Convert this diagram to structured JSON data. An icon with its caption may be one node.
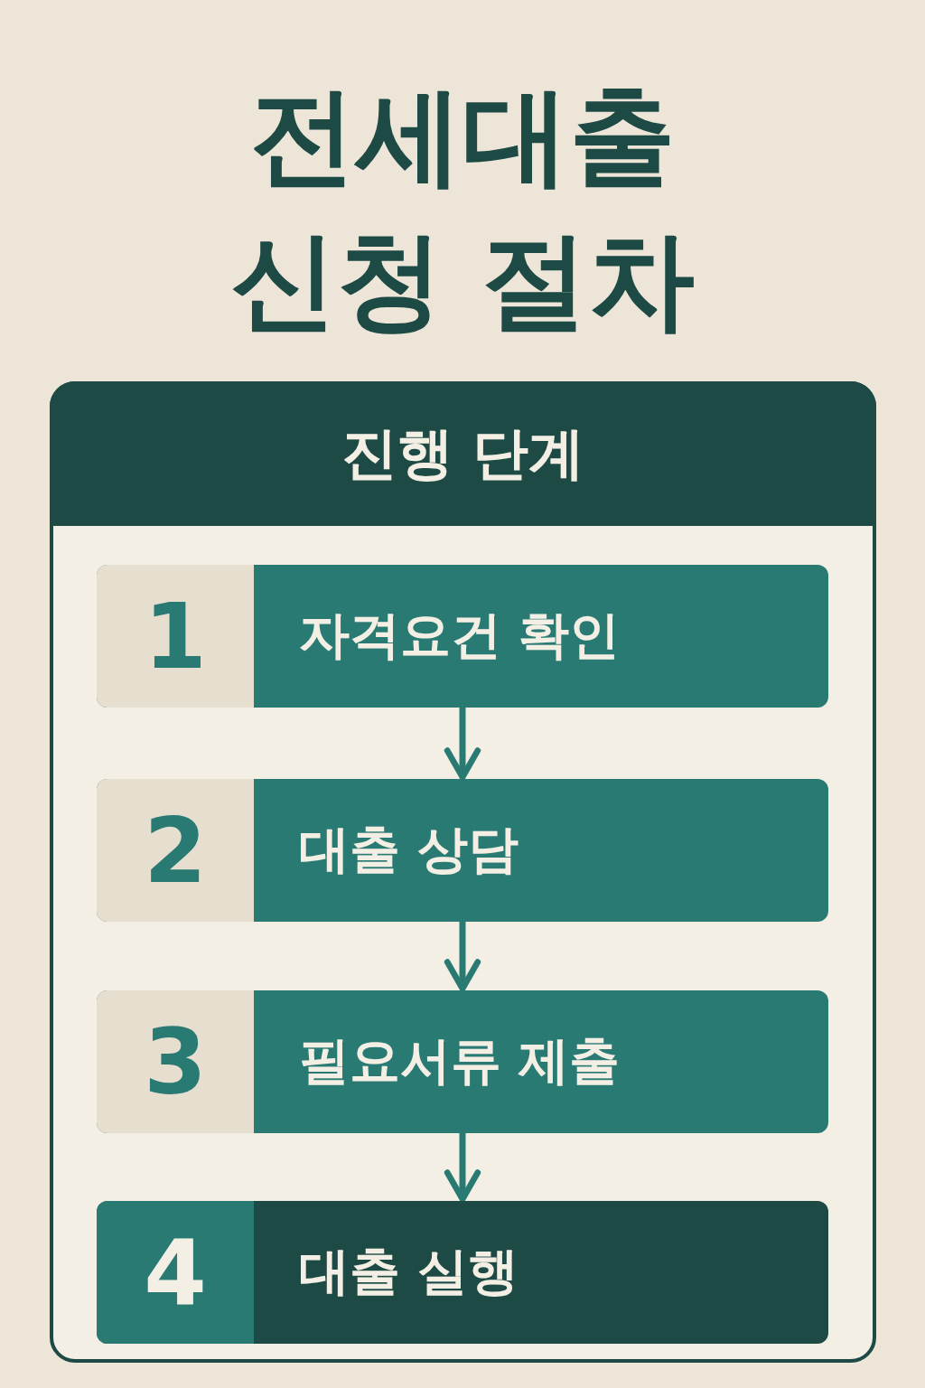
{
  "diagram": {
    "title": "전세대출 신청 절차",
    "nodes": [
      {
        "text": [
          "진행 단계"
        ]
      },
      {
        "text": [
          "1",
          "자격요건 확인"
        ],
        "in": 0
      },
      {
        "text": [
          "2",
          "대출 상담"
        ],
        "in": 0
      },
      {
        "text": [
          "3",
          "필요서류 제출"
        ],
        "in": 0
      },
      {
        "text": [
          "4",
          "대출 실행"
        ],
        "in": 0
      }
    ],
    "edges": [
      {
        "from": 1,
        "to": 2,
        "arrow": "to"
      },
      {
        "from": 2,
        "to": 3,
        "arrow": "to"
      },
      {
        "from": 3,
        "to": 4,
        "arrow": "to"
      }
    ]
  }
}
